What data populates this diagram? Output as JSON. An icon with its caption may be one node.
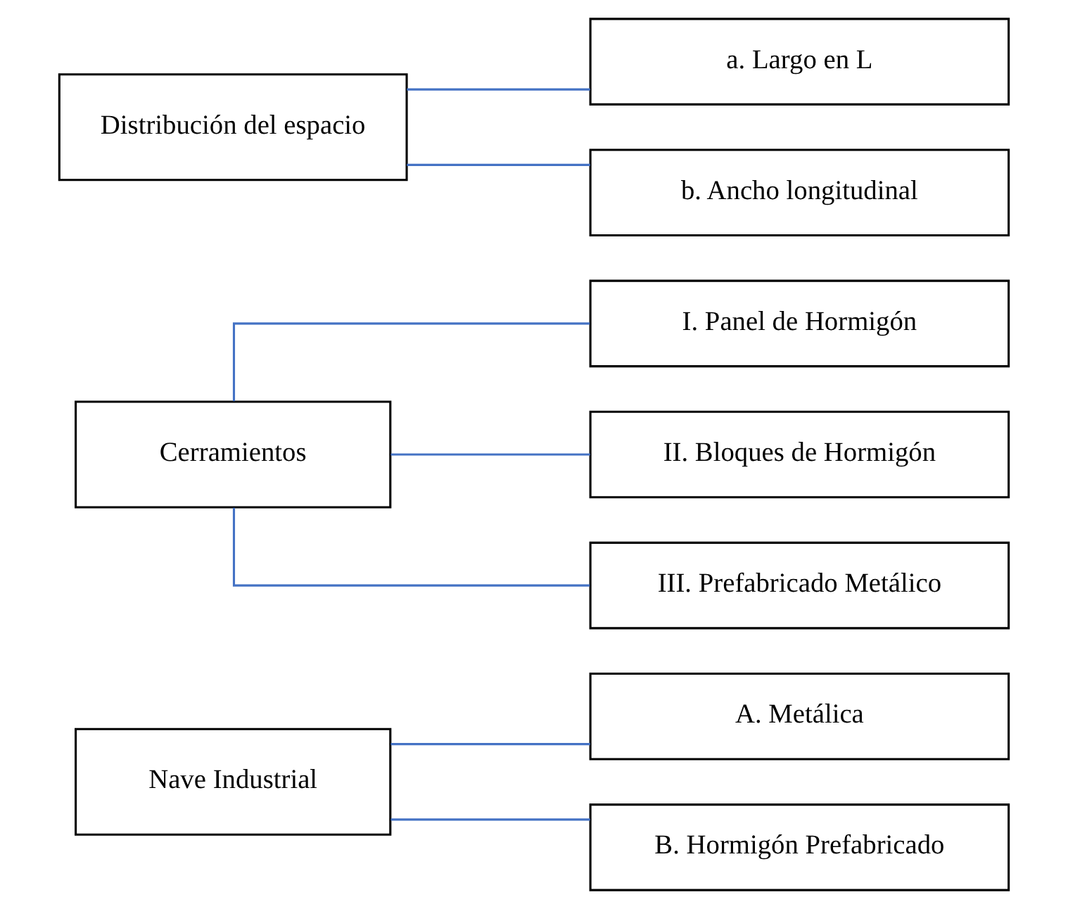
{
  "diagram": {
    "nodes": [
      {
        "text": [
          "Nave Industrial"
        ]
      },
      {
        "text": [
          "A. Metálica"
        ]
      },
      {
        "text": [
          "B. Hormigón Prefabricado"
        ]
      },
      {
        "text": [
          "Cerramientos"
        ]
      },
      {
        "text": [
          "I. Panel de Hormigón"
        ]
      },
      {
        "text": [
          "II. Bloques de Hormigón"
        ]
      },
      {
        "text": [
          "III. Prefabricado Metálico"
        ]
      },
      {
        "text": [
          "Distribución del espacio"
        ]
      },
      {
        "text": [
          "a. Largo en L"
        ]
      },
      {
        "text": [
          "b. Ancho longitudinal"
        ]
      }
    ],
    "edges": [
      {
        "from": 0,
        "to": 1,
        "arrow": "none"
      },
      {
        "from": 0,
        "to": 2,
        "arrow": "none"
      },
      {
        "from": 3,
        "to": 4,
        "arrow": "none"
      },
      {
        "from": 3,
        "to": 5,
        "arrow": "none"
      },
      {
        "from": 3,
        "to": 6,
        "arrow": "none"
      },
      {
        "from": 7,
        "to": 8,
        "arrow": "none"
      },
      {
        "from": 7,
        "to": 9,
        "arrow": "none"
      }
    ]
  }
}
